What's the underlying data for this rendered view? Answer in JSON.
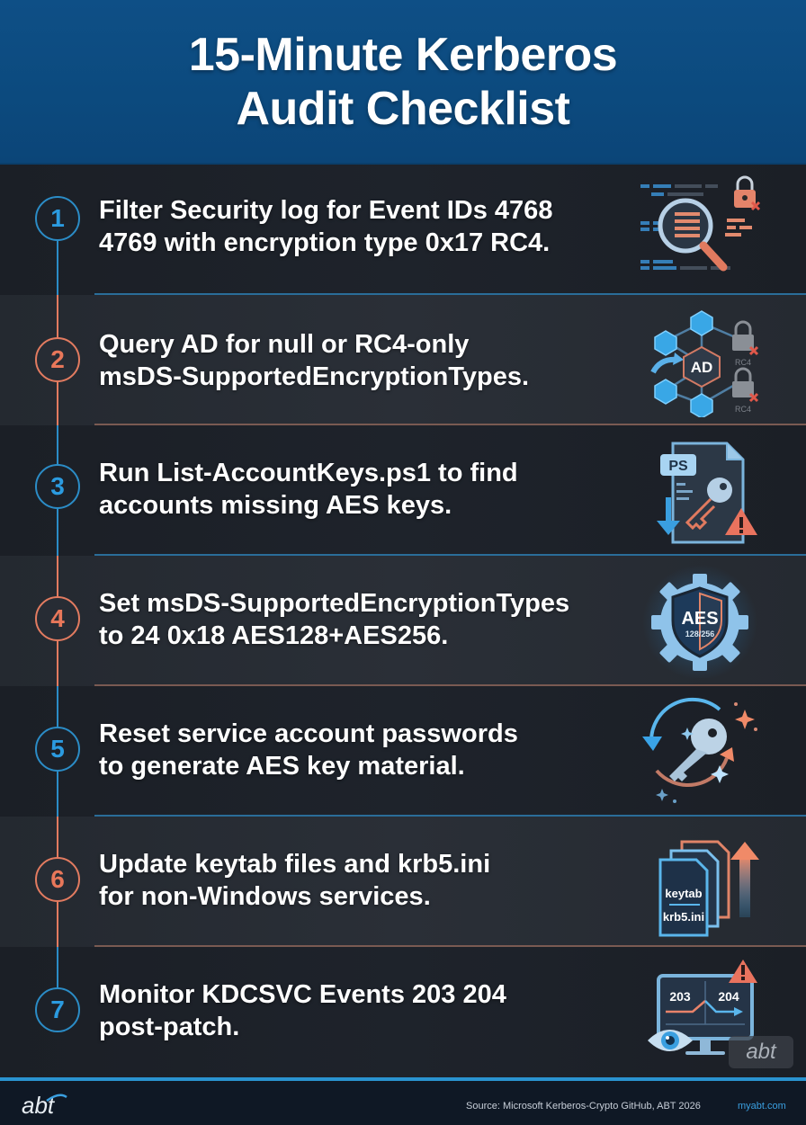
{
  "header": {
    "title_line1": "15-Minute Kerberos",
    "title_line2": "Audit Checklist"
  },
  "colors": {
    "header_blue": "#0c4a7e",
    "accent_blue": "#2b8cc6",
    "accent_orange": "#e27b60",
    "row_dark": "#1c2027",
    "row_light": "#282d35",
    "footer_bg": "#0f1825"
  },
  "steps": [
    {
      "number": "1",
      "line1": "Filter Security log for Event IDs 4768",
      "line2": "4769 with encryption type 0x17 RC4.",
      "icon": "magnifier-log-lock-icon"
    },
    {
      "number": "2",
      "line1": "Query AD for null or RC4-only",
      "line2": "msDS-SupportedEncryptionTypes.",
      "icon": "ad-network-rc4-icon",
      "icon_labels": {
        "center": "AD",
        "lock1": "RC4",
        "lock2": "RC4"
      }
    },
    {
      "number": "3",
      "line1": "Run List-AccountKeys.ps1 to find",
      "line2": "accounts missing AES keys.",
      "icon": "powershell-key-warning-icon",
      "icon_labels": {
        "ps": "PS"
      }
    },
    {
      "number": "4",
      "line1": "Set msDS-SupportedEncryptionTypes",
      "line2": "to 24 0x18 AES128+AES256.",
      "icon": "aes-gear-shield-icon",
      "icon_labels": {
        "main": "AES",
        "sub": "128/256"
      }
    },
    {
      "number": "5",
      "line1": "Reset service account passwords",
      "line2": "to generate AES key material.",
      "icon": "key-rotate-icon"
    },
    {
      "number": "6",
      "line1": "Update keytab files and krb5.ini",
      "line2": "for non-Windows services.",
      "icon": "config-files-upload-icon",
      "icon_labels": {
        "file1": "keytab",
        "file2": "krb5.ini"
      }
    },
    {
      "number": "7",
      "line1": "Monitor KDCSVC Events 203 204",
      "line2": "post-patch.",
      "icon": "monitor-eye-alert-icon",
      "icon_labels": {
        "event1": "203",
        "event2": "204"
      }
    }
  ],
  "footer": {
    "logo": "abt",
    "source": "Source: Microsoft Kerberos-Crypto GitHub, ABT 2026",
    "site": "myabt.com"
  },
  "watermark": "abt"
}
